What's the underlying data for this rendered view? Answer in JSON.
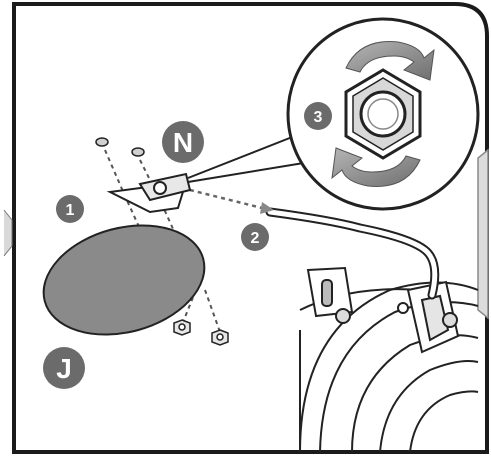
{
  "steps": [
    {
      "label": "1"
    },
    {
      "label": "2"
    },
    {
      "label": "3"
    }
  ],
  "parts": [
    {
      "label": "N"
    },
    {
      "label": "J"
    }
  ],
  "colors": {
    "badge": "#6b6b6b",
    "frame": "#1a1a1a",
    "plate": "#8a8a8a",
    "arrow": "#8c8c8c",
    "line": "#333333"
  }
}
